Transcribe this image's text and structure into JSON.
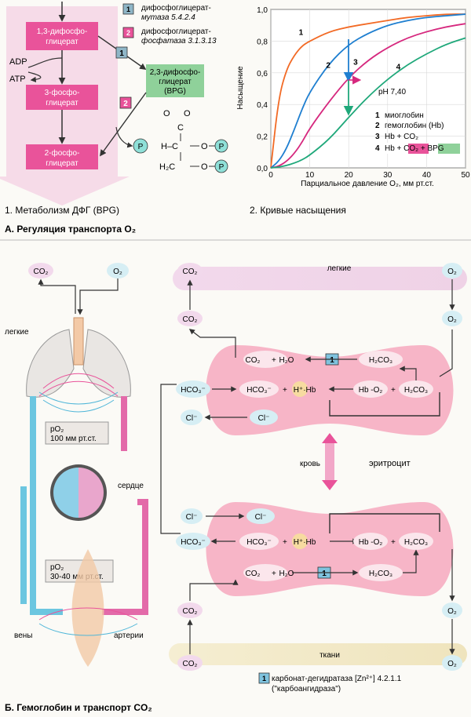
{
  "partA": {
    "title": "А. Регуляция транспорта O₂",
    "metab": {
      "caption": "1. Метаболизм ДФГ (BPG)",
      "box1": [
        "1,3-дифосфо-",
        "глицерат"
      ],
      "box2": [
        "3-фосфо-",
        "глицерат"
      ],
      "box3": [
        "2-фосфо-",
        "глицерат"
      ],
      "bpg": [
        "2,3-дифосфо-",
        "глицерат",
        "(BPG)"
      ],
      "adp": "ADP",
      "atp": "ATP",
      "enz1_num": "1",
      "enz2_num": "2",
      "enz1": [
        "дифосфоглицерат-",
        "мутаза 5.4.2.4"
      ],
      "enz2": [
        "дифосфоглицерат-",
        "фосфатаза 3.1.3.13"
      ],
      "p": "P",
      "struct_o": "O",
      "struct_c": "C",
      "struct_h": "H",
      "struct_hc": "H–C",
      "struct_h2c": "H₂C",
      "struct_or": "O"
    },
    "chart_data": {
      "type": "line",
      "caption": "2. Кривые насыщения",
      "xlabel": "Парциальное давление O₂, мм рт.ст.",
      "ylabel": "Насыщение",
      "xlim": [
        0,
        50
      ],
      "ylim": [
        0,
        1.0
      ],
      "xticks": [
        "0",
        "10",
        "20",
        "30",
        "40",
        "50"
      ],
      "yticks": [
        "0,0",
        "0,2",
        "0,4",
        "0,6",
        "0,8",
        "1,0"
      ],
      "annotation": "pH 7,40",
      "colors": {
        "1": "#f26a25",
        "2": "#1f7fd0",
        "3": "#d6287e",
        "4": "#1fa87a"
      },
      "x": [
        0,
        2,
        4,
        6,
        8,
        10,
        15,
        20,
        25,
        30,
        35,
        40,
        45,
        50
      ],
      "series": [
        {
          "label": "1",
          "name": "миоглобин",
          "values": [
            0,
            0.44,
            0.62,
            0.71,
            0.77,
            0.8,
            0.86,
            0.89,
            0.91,
            0.93,
            0.95,
            0.96,
            0.97,
            0.97
          ]
        },
        {
          "label": "2",
          "name": "гемоглобин (Hb)",
          "values": [
            0,
            0.04,
            0.12,
            0.24,
            0.37,
            0.48,
            0.66,
            0.78,
            0.85,
            0.9,
            0.93,
            0.95,
            0.96,
            0.97
          ]
        },
        {
          "label": "3",
          "name": "Hb + CO₂",
          "values": [
            0,
            0.01,
            0.04,
            0.09,
            0.16,
            0.25,
            0.42,
            0.57,
            0.68,
            0.76,
            0.82,
            0.86,
            0.89,
            0.91
          ]
        },
        {
          "label": "4",
          "name": "Hb + CO₂ + BPG",
          "values": [
            0,
            0.005,
            0.015,
            0.03,
            0.05,
            0.08,
            0.18,
            0.32,
            0.45,
            0.56,
            0.65,
            0.72,
            0.78,
            0.82
          ]
        }
      ]
    }
  },
  "partB": {
    "title": "Б. Гемоглобин и транспорт CO₂",
    "co2": "CO₂",
    "o2": "O₂",
    "lungs": "легкие",
    "tissues": "ткани",
    "blood": "кровь",
    "erythrocyte": "эритроцит",
    "heart": "сердце",
    "veins": "вены",
    "arteries": "артерии",
    "po2_lung": [
      "pO₂",
      "100 мм рт.ст."
    ],
    "po2_tissue": [
      "pO₂",
      "30-40 мм рт.ст."
    ],
    "plus": "+",
    "h2o": "H₂O",
    "h2co3": "H₂CO₃",
    "hco3": "HCO₃⁻",
    "cl": "Cl⁻",
    "hhb": "H⁺·Hb",
    "hbo2": "Hb -O₂",
    "enzyme_num": "1",
    "enzyme_note": [
      "карбонат-дегидратаза [Zn²⁺] 4.2.1.1",
      "(\"карбоангидраза\")"
    ]
  }
}
